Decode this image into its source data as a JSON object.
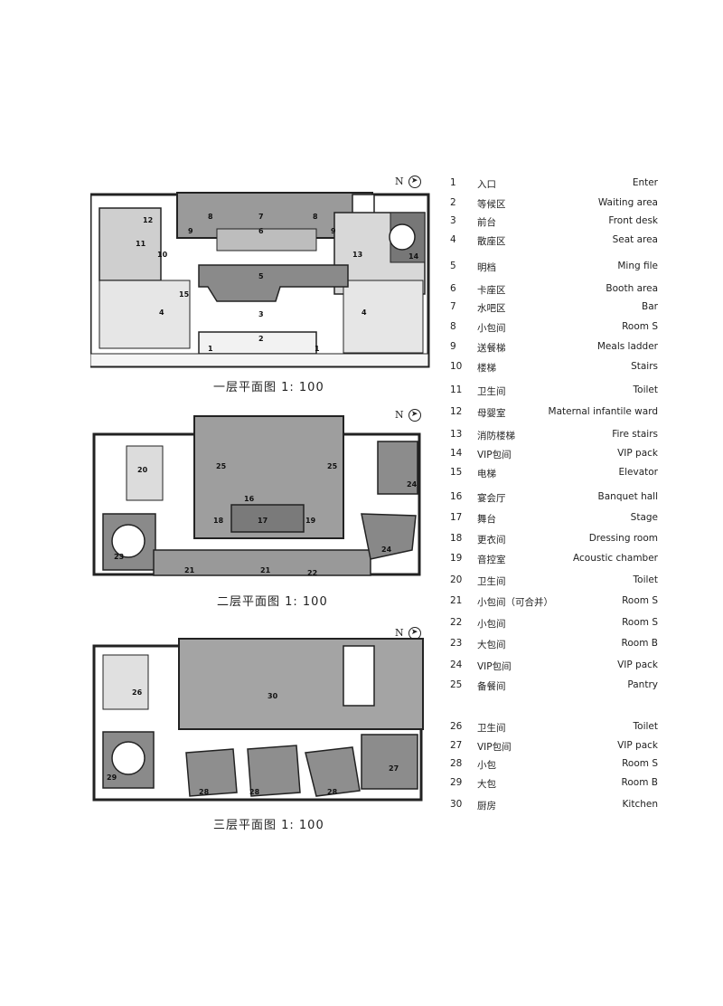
{
  "north_label": "N",
  "north_icon": "north-arrow-icon",
  "floors": [
    {
      "caption": "一层平面图  1: 100",
      "room_labels": [
        "1",
        "1",
        "2",
        "3",
        "4",
        "4",
        "5",
        "6",
        "7",
        "8",
        "8",
        "9",
        "9",
        "10",
        "11",
        "12",
        "13",
        "14",
        "15"
      ]
    },
    {
      "caption": "二层平面图  1: 100",
      "room_labels": [
        "16",
        "17",
        "18",
        "19",
        "20",
        "21",
        "21",
        "22",
        "23",
        "24",
        "24",
        "25",
        "25"
      ]
    },
    {
      "caption": "三层平面图  1: 100",
      "room_labels": [
        "26",
        "27",
        "28",
        "28",
        "28",
        "29",
        "30"
      ]
    }
  ],
  "legend": [
    {
      "num": "1",
      "zh": "入口",
      "en": "Enter"
    },
    {
      "num": "2",
      "zh": "等候区",
      "en": "Waiting area"
    },
    {
      "num": "3",
      "zh": "前台",
      "en": "Front desk"
    },
    {
      "num": "4",
      "zh": "散座区",
      "en": "Seat area"
    },
    {
      "num": "5",
      "zh": "明档",
      "en": "Ming file"
    },
    {
      "num": "6",
      "zh": "卡座区",
      "en": "Booth area"
    },
    {
      "num": "7",
      "zh": "水吧区",
      "en": "Bar"
    },
    {
      "num": "8",
      "zh": "小包间",
      "en": "Room  S"
    },
    {
      "num": "9",
      "zh": "送餐梯",
      "en": "Meals ladder"
    },
    {
      "num": "10",
      "zh": "楼梯",
      "en": "Stairs"
    },
    {
      "num": "11",
      "zh": "卫生间",
      "en": "Toilet"
    },
    {
      "num": "12",
      "zh": "母婴室",
      "en": "Maternal infantile ward"
    },
    {
      "num": "13",
      "zh": "消防楼梯",
      "en": "Fire stairs"
    },
    {
      "num": "14",
      "zh": "VIP包间",
      "en": "VIP pack"
    },
    {
      "num": "15",
      "zh": "电梯",
      "en": "Elevator"
    },
    {
      "num": "16",
      "zh": "宴会厅",
      "en": "Banquet hall"
    },
    {
      "num": "17",
      "zh": "舞台",
      "en": "Stage"
    },
    {
      "num": "18",
      "zh": "更衣间",
      "en": "Dressing room"
    },
    {
      "num": "19",
      "zh": "音控室",
      "en": "Acoustic chamber"
    },
    {
      "num": "20",
      "zh": "卫生间",
      "en": "Toilet"
    },
    {
      "num": "21",
      "zh": "小包间（可合并）",
      "en": "Room  S"
    },
    {
      "num": "22",
      "zh": "小包间",
      "en": "Room  S"
    },
    {
      "num": "23",
      "zh": "大包间",
      "en": "Room  B"
    },
    {
      "num": "24",
      "zh": "VIP包间",
      "en": "VIP pack"
    },
    {
      "num": "25",
      "zh": "备餐间",
      "en": "Pantry"
    },
    {
      "num": "26",
      "zh": "卫生间",
      "en": "Toilet"
    },
    {
      "num": "27",
      "zh": "VIP包间",
      "en": "VIP pack"
    },
    {
      "num": "28",
      "zh": "小包",
      "en": "Room  S"
    },
    {
      "num": "29",
      "zh": "大包",
      "en": "Room  B"
    },
    {
      "num": "30",
      "zh": "厨房",
      "en": "Kitchen"
    }
  ]
}
